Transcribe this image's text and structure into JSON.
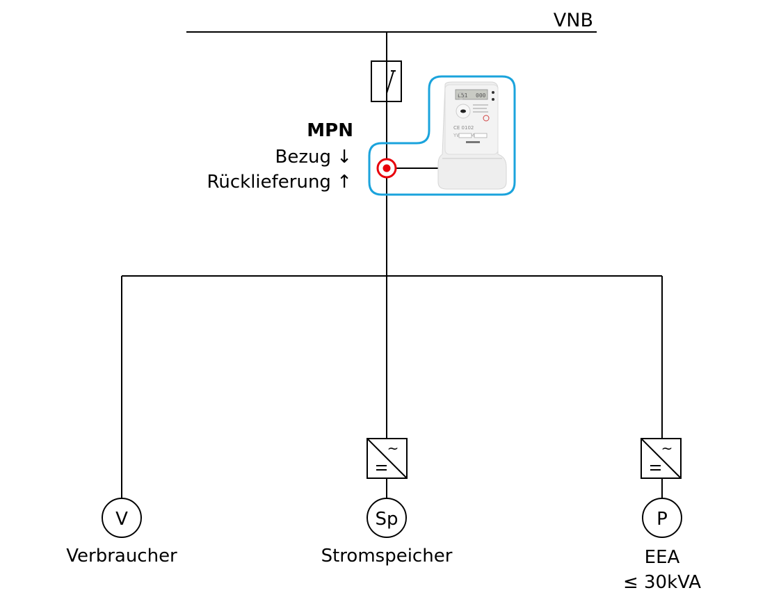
{
  "grid": {
    "label": "VNB"
  },
  "metering_point": {
    "title": "MPN",
    "import_label": "Bezug ↓",
    "export_label": "Rücklieferung ↑",
    "highlight_color": "#1aa3dc",
    "marker_color": "#e8000a"
  },
  "branches": [
    {
      "symbol": "V",
      "label": "Verbraucher",
      "sublabel": "",
      "has_inverter": false
    },
    {
      "symbol": "Sp",
      "label": "Stromspeicher",
      "sublabel": "",
      "has_inverter": true
    },
    {
      "symbol": "P",
      "label": "EEA",
      "sublabel": "≤ 30kVA",
      "has_inverter": true
    }
  ],
  "inverter": {
    "ac_symbol": "~",
    "dc_symbol": "="
  }
}
